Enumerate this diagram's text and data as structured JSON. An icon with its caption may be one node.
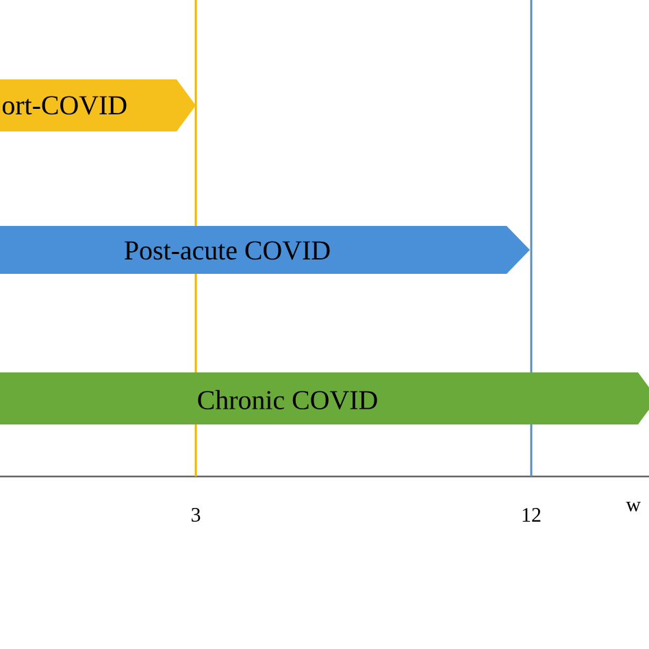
{
  "diagram": {
    "nodes": [
      {
        "text": [
          "ort-COVID"
        ]
      },
      {
        "text": [
          "Post-acute COVID"
        ]
      },
      {
        "text": [
          "Chronic COVID"
        ]
      }
    ],
    "labels": [
      "3",
      "12",
      "w"
    ]
  }
}
